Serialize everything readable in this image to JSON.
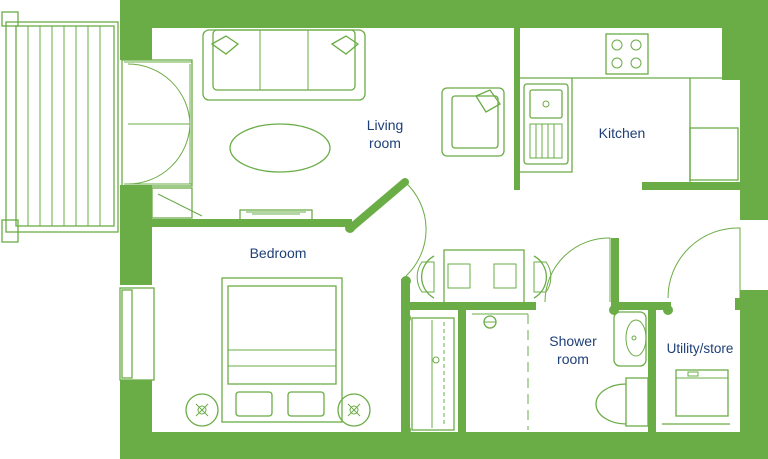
{
  "colors": {
    "wall": "#6aac46",
    "label": "#1e3f78",
    "background": "#ffffff"
  },
  "rooms": {
    "living": {
      "label": "Living\nroom"
    },
    "kitchen": {
      "label": "Kitchen"
    },
    "bedroom": {
      "label": "Bedroom"
    },
    "shower": {
      "label": "Shower\nroom"
    },
    "utility": {
      "label": "Utility/store"
    }
  }
}
